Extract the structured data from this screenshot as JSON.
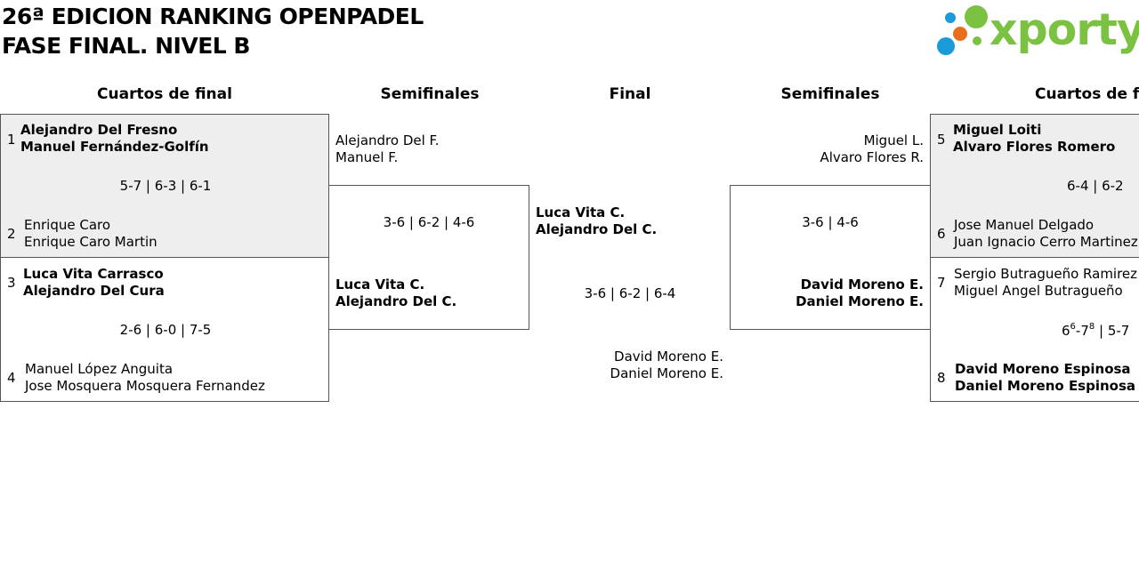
{
  "header": {
    "title_line1": "26ª EDICION RANKING OPENPADEL",
    "title_line2": "FASE FINAL. NIVEL B",
    "logo_text": "xporty"
  },
  "columns": {
    "qf_left": "Cuartos de final",
    "sf_left": "Semifinales",
    "final": "Final",
    "sf_right": "Semifinales",
    "qf_right": "Cuartos de final"
  },
  "qf1": {
    "seed_top": "1",
    "top_p1": "Alejandro Del Fresno",
    "top_p2": "Manuel Fernández-Golfín",
    "score": "5-7 | 6-3 | 6-1",
    "seed_bottom": "2",
    "bottom_p1": "Enrique Caro",
    "bottom_p2": "Enrique Caro Martin"
  },
  "qf2": {
    "seed_top": "3",
    "top_p1": "Luca Vita Carrasco",
    "top_p2": "Alejandro Del Cura",
    "score": "2-6 | 6-0 | 7-5",
    "seed_bottom": "4",
    "bottom_p1": "Manuel López Anguita",
    "bottom_p2": "Jose Mosquera Mosquera Fernandez"
  },
  "qf3": {
    "seed_top": "5",
    "top_p1": "Miguel Loiti",
    "top_p2": "Alvaro Flores Romero",
    "score": "6-4 | 6-2",
    "seed_bottom": "6",
    "bottom_p1": "Jose Manuel Delgado",
    "bottom_p2": "Juan Ignacio Cerro Martinez"
  },
  "qf4": {
    "seed_top": "7",
    "top_p1": "Sergio Butragueño Ramirez",
    "top_p2": "Miguel Angel Butragueño",
    "score_base1": "6",
    "score_sup1": "6",
    "score_mid": "-7",
    "score_sup2": "8",
    "score_rest": " | 5-7",
    "seed_bottom": "8",
    "bottom_p1": "David Moreno Espinosa",
    "bottom_p2": "Daniel Moreno Espinosa"
  },
  "sf_left": {
    "top_p1": "Alejandro Del F.",
    "top_p2": "Manuel F.",
    "score": "3-6 | 6-2 | 4-6",
    "bottom_p1": "Luca Vita C.",
    "bottom_p2": "Alejandro Del C."
  },
  "sf_right": {
    "top_p1": "Miguel L.",
    "top_p2": "Alvaro Flores R.",
    "score": "3-6 | 4-6",
    "bottom_p1": "David Moreno E.",
    "bottom_p2": "Daniel Moreno E."
  },
  "final": {
    "top_p1": "Luca Vita C.",
    "top_p2": "Alejandro Del C.",
    "score": "3-6 | 6-2 | 6-4",
    "bottom_p1": "David Moreno E.",
    "bottom_p2": "Daniel Moreno E."
  },
  "colors": {
    "logo_green": "#7cc242",
    "dot_blue": "#1a9ad9",
    "dot_orange": "#e86e1c",
    "dot_green": "#7cc242",
    "shade": "#eeeeee"
  }
}
